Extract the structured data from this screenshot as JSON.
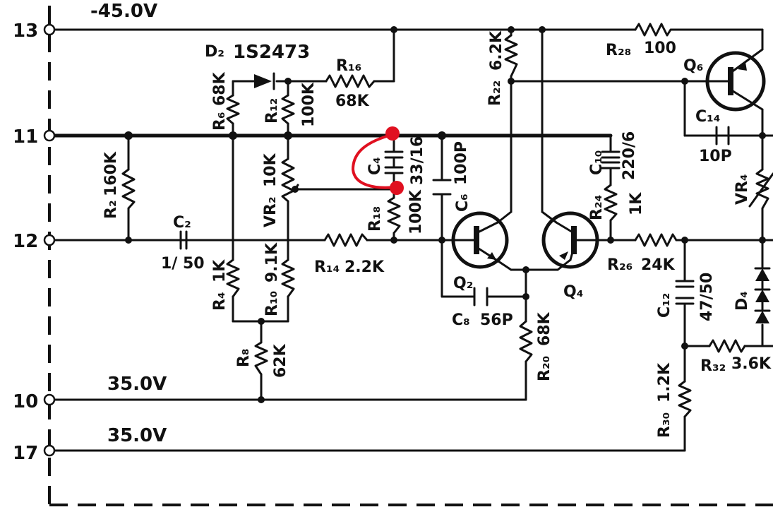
{
  "rails": {
    "top_voltage": "-45.0V",
    "pin10_voltage": "35.0V",
    "pin17_voltage": "35.0V"
  },
  "pins": [
    "13",
    "11",
    "12",
    "10",
    "17"
  ],
  "components": {
    "d2_ref": "D₂",
    "d2_part": "1S2473",
    "r16_ref": "R₁₆",
    "r16_val": "68K",
    "r6_ref": "R₆",
    "r6_val": "68K",
    "r12_ref": "R₁₂",
    "r12_val": "100K",
    "r2_ref": "R₂",
    "r2_val": "160K",
    "c2_ref": "C₂",
    "c2_val": "1/ 50",
    "vr2_ref": "VR₂",
    "vr2_val": "10K",
    "r4_ref": "R₄",
    "r4_val": "1K",
    "r10_ref": "R₁₀",
    "r10_val": "9.1K",
    "r8_ref": "R₈",
    "r8_val": "62K",
    "r14_ref": "R₁₄",
    "r14_val": "2.2K",
    "c4_ref": "C₄",
    "c4_val": "33/16",
    "r18_ref": "R₁₈",
    "r18_val": "100K",
    "c6_ref": "C₆",
    "c6_val": "100P",
    "q2_ref": "Q₂",
    "c8_ref": "C₈",
    "c8_val": "56P",
    "r20_ref": "R₂₀",
    "r20_val": "68K",
    "r22_ref": "R₂₂",
    "r22_val": "6.2K",
    "q4_ref": "Q₄",
    "c10_ref": "C₁₀",
    "c10_val": "220/6",
    "r24_ref": "R₂₄",
    "r24_val": "1K",
    "r26_ref": "R₂₆",
    "r26_val": "24K",
    "r28_ref": "R₂₈",
    "r28_val": "100",
    "q6_ref": "Q₆",
    "c14_ref": "C₁₄",
    "c14_val": "10P",
    "vr4_ref": "VR₄",
    "c12_ref": "C₁₂",
    "c12_val": "47/50",
    "d4_ref": "D₄",
    "r30_ref": "R₃₀",
    "r30_val": "1.2K",
    "r32_ref": "R₃₂",
    "r32_val": "3.6K"
  },
  "annotation": {
    "color": "#e01020",
    "target": "C₄"
  },
  "colors": {
    "ink": "#111111",
    "background": "#ffffff"
  }
}
